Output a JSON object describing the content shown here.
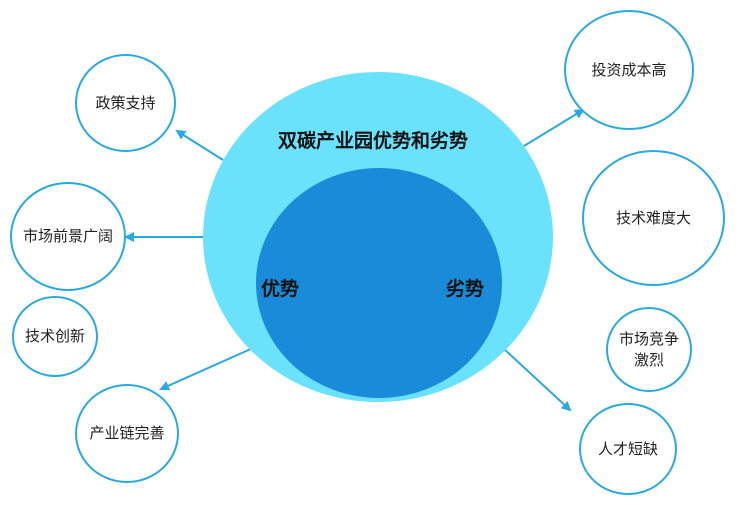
{
  "diagram": {
    "title": "双碳产业园优势和劣势",
    "advantage_label": "优势",
    "disadvantage_label": "劣势",
    "advantages": [
      "政策支持",
      "市场前景广阔",
      "技术创新",
      "产业链完善"
    ],
    "disadvantages": [
      "投资成本高",
      "技术难度大",
      "市场竞争激烈",
      "人才短缺"
    ],
    "colors": {
      "outer_circle": "#6be2fb",
      "inner_circle": "#1a8bd9",
      "bubble_border": "#29a9e1",
      "arrow": "#29a9e1"
    }
  }
}
